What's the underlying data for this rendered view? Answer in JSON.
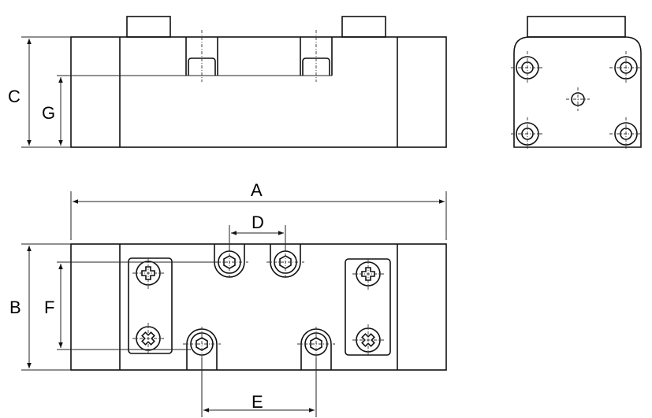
{
  "labels": {
    "A": "A",
    "B": "B",
    "C": "C",
    "D": "D",
    "E": "E",
    "F": "F",
    "G": "G"
  },
  "colors": {
    "line": "#111111",
    "background": "#ffffff"
  }
}
